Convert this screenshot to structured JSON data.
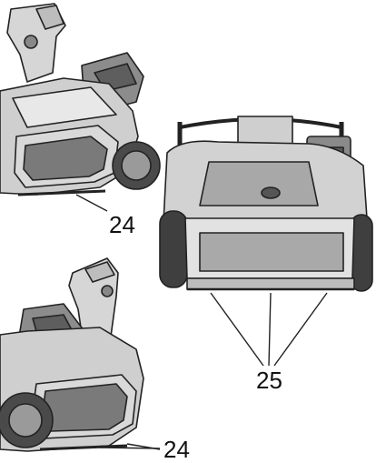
{
  "callouts": {
    "top_left": "24",
    "bottom_left": "24",
    "right": "25"
  },
  "illustrations": [
    {
      "name": "snow-thrower-side-view-top",
      "callout": "24"
    },
    {
      "name": "snow-thrower-side-view-bottom",
      "callout": "24"
    },
    {
      "name": "snow-thrower-rear-view",
      "callout": "25"
    }
  ],
  "colors": {
    "line": "#222222",
    "body_fill": "#cfcfcf",
    "dark_fill": "#6a6a6a",
    "light_fill": "#eeeeee"
  }
}
